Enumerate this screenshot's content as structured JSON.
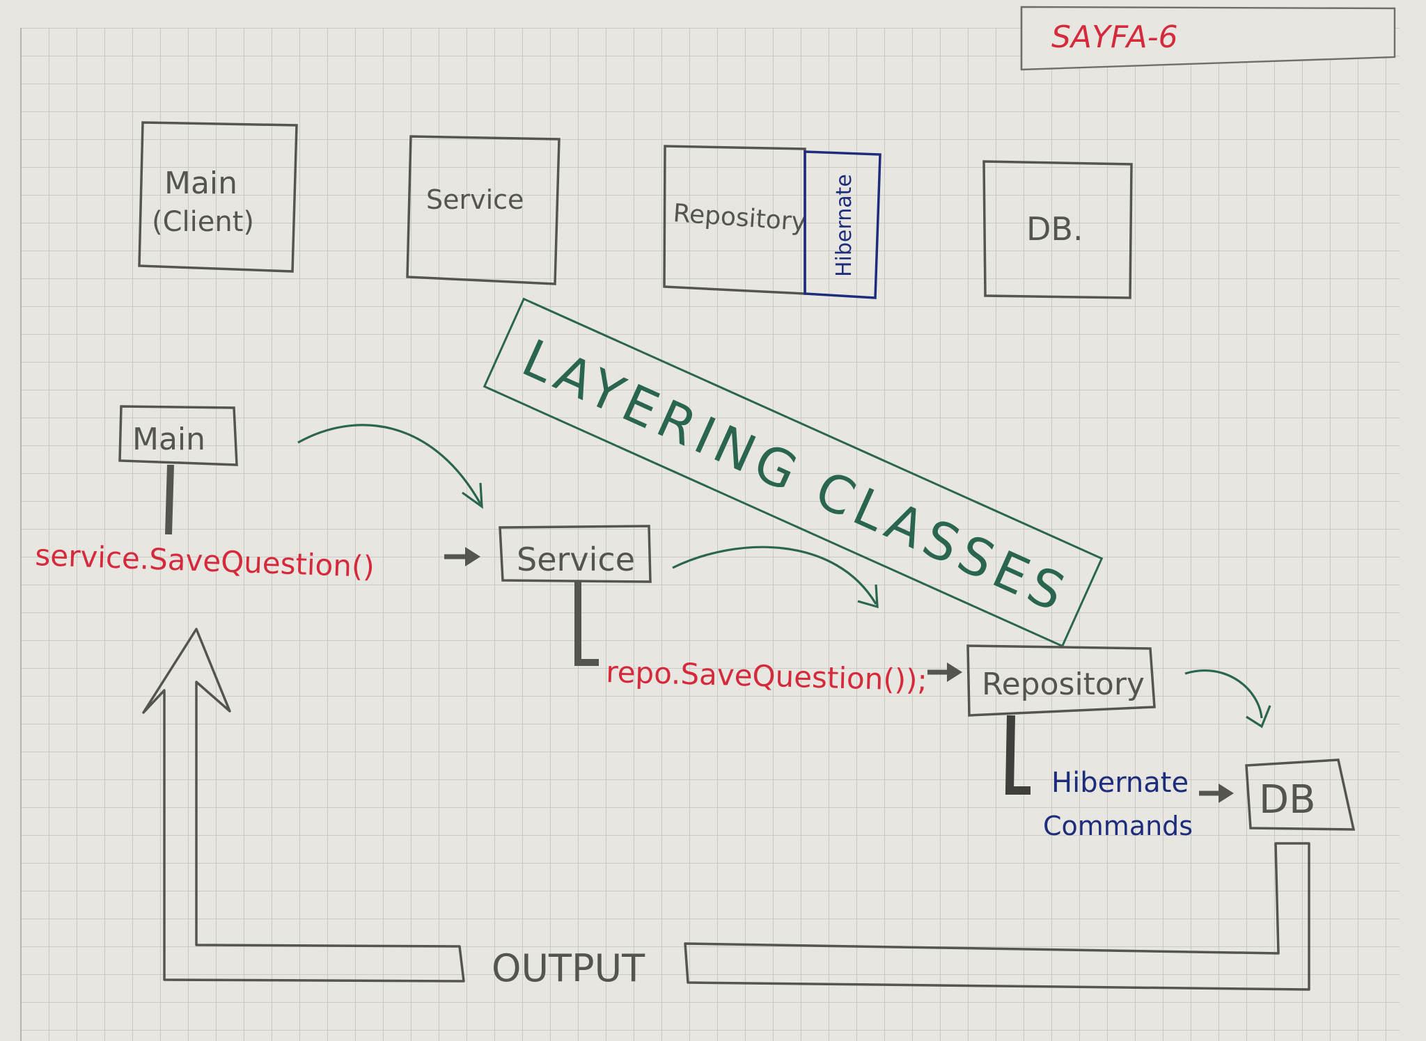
{
  "page": {
    "label": "SAYFA-6"
  },
  "top_row": {
    "main": "Main",
    "main_sub": "(Client)",
    "service": "Service",
    "repository": "Repository",
    "hibernate": "Hibernate",
    "db": "DB."
  },
  "title": "LAYERING CLASSES",
  "flow": {
    "main": "Main",
    "service": "Service",
    "repository": "Repository",
    "db": "DB",
    "call_service": "service.SaveQuestion()",
    "call_repo": "repo.SaveQuestion());",
    "hibernate_line1": "Hibernate",
    "hibernate_line2": "Commands",
    "output": "OUTPUT"
  },
  "colors": {
    "pencil": "#55554f",
    "red_ink": "#d42a3c",
    "blue_ink": "#1d2d7c",
    "green_ink": "#2a6550",
    "grid": "#bfc0bd"
  }
}
